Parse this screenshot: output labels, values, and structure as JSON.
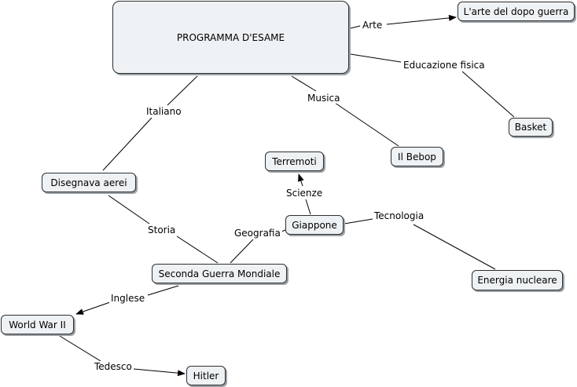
{
  "nodes": {
    "root": "PROGRAMMA D'ESAME",
    "arte_dopo_guerra": "L'arte del dopo guerra",
    "basket": "Basket",
    "il_bebop": "Il Bebop",
    "terremoti": "Terremoti",
    "disegnava_aerei": "Disegnava aerei",
    "giappone": "Giappone",
    "seconda_guerra": "Seconda Guerra Mondiale",
    "energia_nucleare": "Energia nucleare",
    "world_war_ii": "World War II",
    "hitler": "Hitler"
  },
  "links": {
    "arte": "Arte",
    "educazione_fisica": "Educazione fisica",
    "musica": "Musica",
    "italiano": "Italiano",
    "scienze": "Scienze",
    "tecnologia": "Tecnologia",
    "storia": "Storia",
    "geografia": "Geografia",
    "inglese": "Inglese",
    "tedesco": "Tedesco"
  },
  "colors": {
    "node_fill": "#eef2f4",
    "node_border": "#2f2f2f",
    "node_shadow": "#9aa1a6",
    "line": "#000000"
  }
}
